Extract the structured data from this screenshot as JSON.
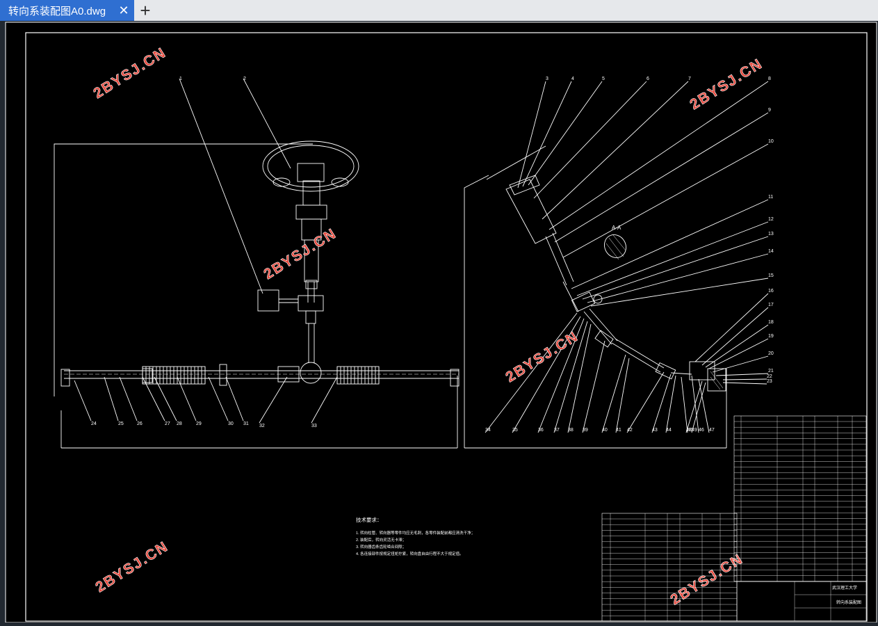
{
  "window": {
    "tab_title": "转向系装配图A0.dwg",
    "close_glyph": "✕",
    "new_tab_glyph": "+"
  },
  "drawing": {
    "watermark": "2BYSJ.CN",
    "section_label": "A-A",
    "left_view_labels": [
      "1",
      "2",
      "24",
      "25",
      "26",
      "27",
      "28",
      "29",
      "30",
      "31",
      "32",
      "33"
    ],
    "right_view_labels": [
      "3",
      "4",
      "5",
      "6",
      "7",
      "8",
      "9",
      "10",
      "11",
      "12",
      "13",
      "14",
      "15",
      "16",
      "17",
      "18",
      "19",
      "20",
      "21",
      "22",
      "23",
      "34",
      "35",
      "36",
      "37",
      "38",
      "39",
      "40",
      "41",
      "42",
      "43",
      "44",
      "45",
      "46",
      "47",
      "48",
      "49"
    ],
    "tech_req_title": "技术要求：",
    "tech_req_items": [
      "1. 转向柱管、转向器等零件均应无毛刺，各零件装配前都应清洗干净；",
      "2. 装配后，转向灵活无卡滞；",
      "3. 转向器齿条齿轮啮合间隙；",
      "4. 各连接部件按规定扭矩拧紧，转向盘自由行程不大于规定值。"
    ],
    "school_name": "武汉理工大学",
    "drawing_name": "转向系装配图"
  },
  "colors": {
    "sheet_bg": "#000000",
    "line": "#ffffff",
    "watermark": "#e8483c",
    "tab_active": "#2f6fd1"
  }
}
